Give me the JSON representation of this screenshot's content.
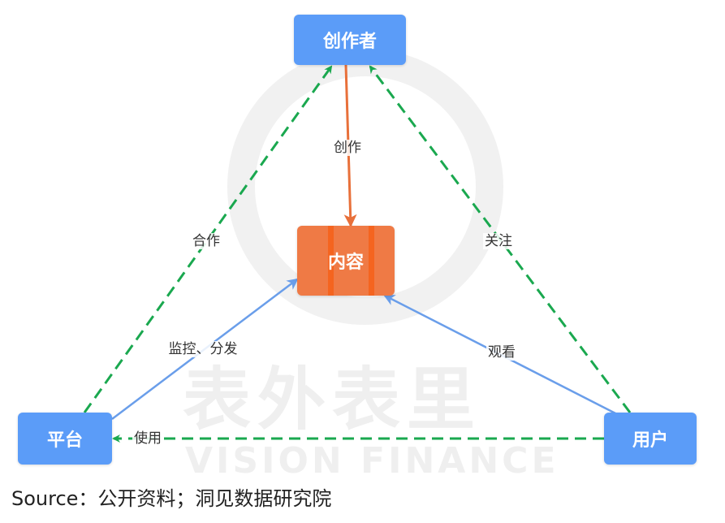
{
  "nodes": {
    "creator": "创作者",
    "content": "内容",
    "platform": "平台",
    "user": "用户"
  },
  "edges": {
    "create": "创作",
    "cooperate": "合作",
    "follow": "关注",
    "monitor_distribute": "监控、分发",
    "watch": "观看",
    "use": "使用"
  },
  "watermark": {
    "cn": "表外表里",
    "en": "VISION FINANCE"
  },
  "source": "Source：公开资料；洞见数据研究院",
  "colors": {
    "node_blue": "#5b9cf8",
    "node_orange": "#ef7a45",
    "green_dashed": "#1aa84f",
    "blue_line": "#6a9eea",
    "orange_line": "#e8703a"
  }
}
